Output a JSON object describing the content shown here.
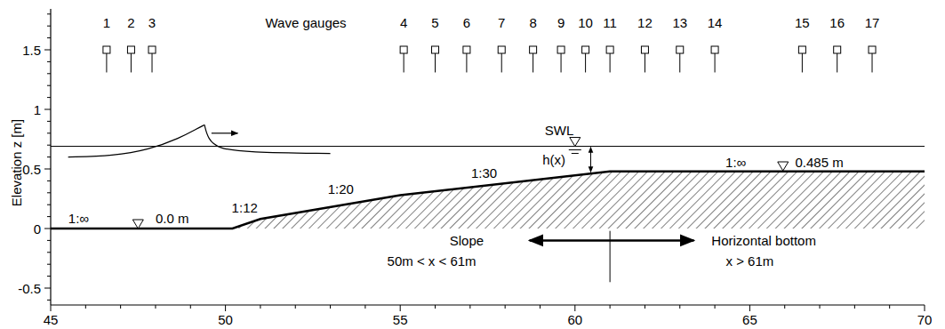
{
  "diagram": {
    "labels": [
      "1",
      "2",
      "3",
      "4",
      "5",
      "6",
      "7",
      "8",
      "9",
      "10",
      "11",
      "12",
      "13",
      "14",
      "15",
      "16",
      "17",
      "Wave gauges",
      "SWL",
      "h(x)",
      "1:20",
      "1:30",
      "1:∞",
      "0.485 m",
      "1:∞",
      "0.0 m",
      "1:12",
      "Slope",
      "Horizontal bottom",
      "50m < x < 61m",
      "x > 61m",
      "1.5",
      "1",
      "0.5",
      "0",
      "-0.5",
      "Elevation z [m]",
      "45",
      "50",
      "55",
      "60",
      "65",
      "70"
    ]
  }
}
